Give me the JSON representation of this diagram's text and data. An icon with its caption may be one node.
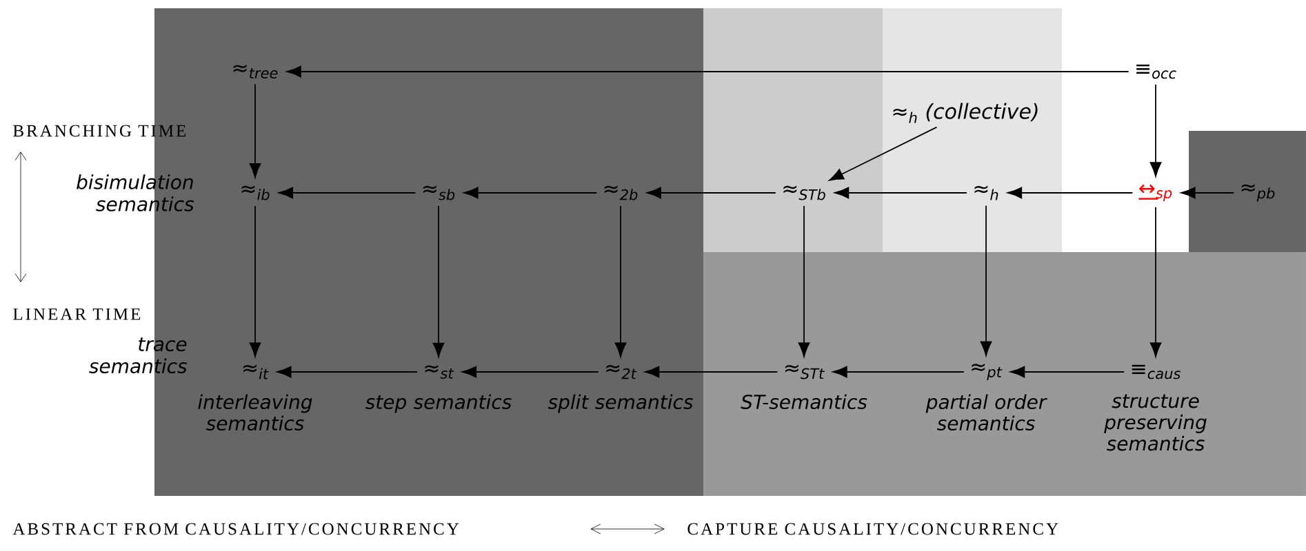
{
  "diagram": {
    "nodes": [
      {
        "text": [
          "≈$_{tree}$"
        ]
      },
      {
        "text": [
          "≡$_{occ}$"
        ]
      },
      {
        "text": [
          "≈$_{h}$ (collective)"
        ]
      },
      {
        "text": [
          "≈$_{ib}$"
        ]
      },
      {
        "text": [
          "≈$_{sb}$"
        ]
      },
      {
        "text": [
          "≈$_{2b}$"
        ]
      },
      {
        "text": [
          "≈$_{STb}$"
        ]
      },
      {
        "text": [
          "≈$_{h}$"
        ]
      },
      {
        "text": [
          "↔$_{sp}$"
        ]
      },
      {
        "text": [
          "≈$_{pb}$"
        ]
      },
      {
        "text": [
          "≈$_{it}$"
        ],
        "beside": [
          "interleaving semantics"
        ]
      },
      {
        "text": [
          "≈$_{st}$"
        ],
        "beside": [
          "step semantics"
        ]
      },
      {
        "text": [
          "≈$_{2t}$"
        ],
        "beside": [
          "split semantics"
        ]
      },
      {
        "text": [
          "≈$_{STt}$"
        ],
        "beside": [
          "ST-semantics"
        ]
      },
      {
        "text": [
          "≈$_{pt}$"
        ],
        "beside": [
          "partial order semantics"
        ]
      },
      {
        "text": [
          "≡$_{caus}$"
        ],
        "beside": [
          "structure preserving semantics"
        ]
      }
    ],
    "edges": [
      {
        "from": 1,
        "to": 0,
        "arrow": "to"
      },
      {
        "from": 0,
        "to": 3,
        "arrow": "to"
      },
      {
        "from": 2,
        "to": 6,
        "arrow": "to"
      },
      {
        "from": 4,
        "to": 3,
        "arrow": "to"
      },
      {
        "from": 5,
        "to": 4,
        "arrow": "to"
      },
      {
        "from": 6,
        "to": 5,
        "arrow": "to"
      },
      {
        "from": 7,
        "to": 6,
        "arrow": "to"
      },
      {
        "from": 8,
        "to": 7,
        "arrow": "to"
      },
      {
        "from": 9,
        "to": 8,
        "arrow": "to"
      },
      {
        "from": 1,
        "to": 8,
        "arrow": "to"
      },
      {
        "from": 3,
        "to": 10,
        "arrow": "to"
      },
      {
        "from": 4,
        "to": 11,
        "arrow": "to"
      },
      {
        "from": 5,
        "to": 12,
        "arrow": "to"
      },
      {
        "from": 6,
        "to": 13,
        "arrow": "to"
      },
      {
        "from": 7,
        "to": 14,
        "arrow": "to"
      },
      {
        "from": 8,
        "to": 15,
        "arrow": "to"
      },
      {
        "from": 11,
        "to": 10,
        "arrow": "to"
      },
      {
        "from": 12,
        "to": 11,
        "arrow": "to"
      },
      {
        "from": 13,
        "to": 12,
        "arrow": "to"
      },
      {
        "from": 14,
        "to": 13,
        "arrow": "to"
      },
      {
        "from": 15,
        "to": 14,
        "arrow": "to"
      }
    ],
    "labels": [
      "BRANCHING TIME",
      "bisimulation semantics",
      "LINEAR TIME",
      "trace semantics",
      "ABSTRACT FROM CAUSALITY/CONCURRENCY",
      "CAPTURE CAUSALITY/CONCURRENCY"
    ]
  }
}
